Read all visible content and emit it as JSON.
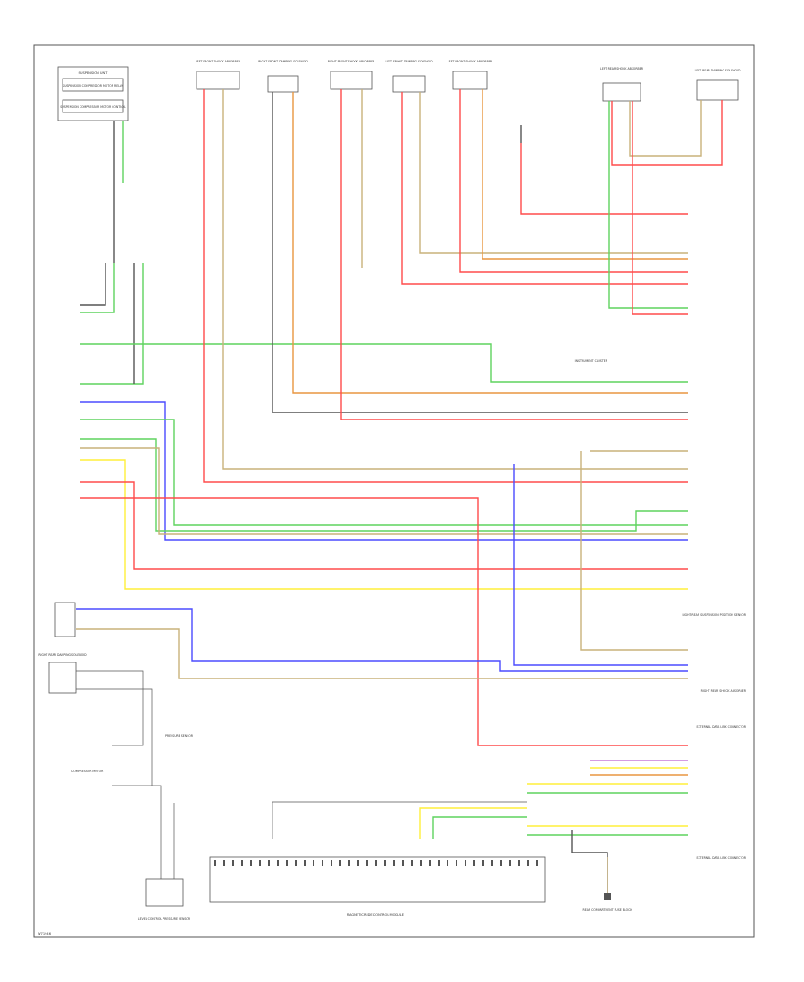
{
  "diagram": {
    "footer_code": "W71946",
    "control_unit": "MAGNETIC RIDE CONTROL MODULE"
  },
  "colors": {
    "red": "#ff4b4b",
    "green": "#5fd35f",
    "yellow": "#ffef3a",
    "blue": "#4b4bff",
    "tan": "#c9b27a",
    "orange": "#e89640",
    "gray": "#555555",
    "violet": "#c77ad8"
  },
  "components": {
    "top": [
      {
        "label": "LEFT FRONT SHOCK ABSORBER"
      },
      {
        "label": "RIGHT FRONT DAMPING SOLENOID"
      },
      {
        "label": "RIGHT FRONT SHOCK ABSORBER"
      },
      {
        "label": "LEFT FRONT DAMPING SOLENOID"
      },
      {
        "label": "LEFT FRONT SHOCK ABSORBER"
      },
      {
        "label": "LEFT REAR SHOCK ABSORBER"
      },
      {
        "label": "LEFT REAR DAMPING SOLENOID"
      }
    ],
    "top_left": {
      "line1": "SUSPENSION UNIT",
      "line2": "SUSPENSION COMPRESSOR MOTOR RELAY",
      "line3": "SUSPENSION COMPRESSOR MOTOR CONTROL"
    },
    "right": [
      {
        "label": "INSTRUMENT CLUSTER"
      },
      {
        "label": "RIGHT REAR SUSPENSION POSITION SENSOR"
      },
      {
        "label": "RIGHT REAR SHOCK ABSORBER"
      },
      {
        "label": "EXTERNAL DATA LINK CONNECTOR"
      },
      {
        "label": "EXTERNAL DATA LINK CONNECTOR"
      }
    ],
    "left": [
      {
        "label": "RIGHT REAR DAMPING SOLENOID"
      },
      {
        "label": "COMPRESSOR MOTOR"
      },
      {
        "label": "PRESSURE SENSOR"
      },
      {
        "label": "LEVEL CONTROL PRESSURE SENSOR"
      }
    ],
    "bottom": [
      {
        "label": "REAR COMPARTMENT FUSE BLOCK"
      }
    ]
  }
}
